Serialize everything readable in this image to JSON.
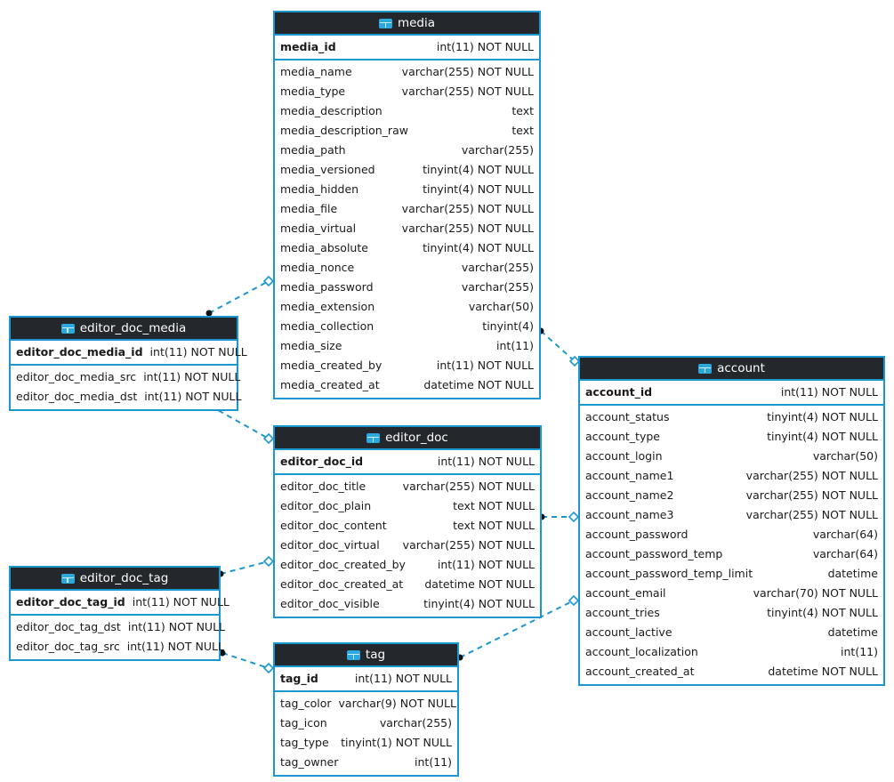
{
  "diagram": {
    "tables": [
      {
        "name": "media",
        "columns": [
          {
            "name": "media_id",
            "type": "int(11) NOT NULL",
            "pk": true
          },
          {
            "name": "media_name",
            "type": "varchar(255) NOT NULL"
          },
          {
            "name": "media_type",
            "type": "varchar(255) NOT NULL"
          },
          {
            "name": "media_description",
            "type": "text"
          },
          {
            "name": "media_description_raw",
            "type": "text"
          },
          {
            "name": "media_path",
            "type": "varchar(255)"
          },
          {
            "name": "media_versioned",
            "type": "tinyint(4) NOT NULL"
          },
          {
            "name": "media_hidden",
            "type": "tinyint(4) NOT NULL"
          },
          {
            "name": "media_file",
            "type": "varchar(255) NOT NULL"
          },
          {
            "name": "media_virtual",
            "type": "varchar(255) NOT NULL"
          },
          {
            "name": "media_absolute",
            "type": "tinyint(4) NOT NULL"
          },
          {
            "name": "media_nonce",
            "type": "varchar(255)"
          },
          {
            "name": "media_password",
            "type": "varchar(255)"
          },
          {
            "name": "media_extension",
            "type": "varchar(50)"
          },
          {
            "name": "media_collection",
            "type": "tinyint(4)"
          },
          {
            "name": "media_size",
            "type": "int(11)"
          },
          {
            "name": "media_created_by",
            "type": "int(11) NOT NULL"
          },
          {
            "name": "media_created_at",
            "type": "datetime NOT NULL"
          }
        ]
      },
      {
        "name": "editor_doc_media",
        "columns": [
          {
            "name": "editor_doc_media_id",
            "type": "int(11) NOT NULL",
            "pk": true
          },
          {
            "name": "editor_doc_media_src",
            "type": "int(11) NOT NULL"
          },
          {
            "name": "editor_doc_media_dst",
            "type": "int(11) NOT NULL"
          }
        ]
      },
      {
        "name": "editor_doc",
        "columns": [
          {
            "name": "editor_doc_id",
            "type": "int(11) NOT NULL",
            "pk": true
          },
          {
            "name": "editor_doc_title",
            "type": "varchar(255) NOT NULL"
          },
          {
            "name": "editor_doc_plain",
            "type": "text NOT NULL"
          },
          {
            "name": "editor_doc_content",
            "type": "text NOT NULL"
          },
          {
            "name": "editor_doc_virtual",
            "type": "varchar(255) NOT NULL"
          },
          {
            "name": "editor_doc_created_by",
            "type": "int(11) NOT NULL"
          },
          {
            "name": "editor_doc_created_at",
            "type": "datetime NOT NULL"
          },
          {
            "name": "editor_doc_visible",
            "type": "tinyint(4) NOT NULL"
          }
        ]
      },
      {
        "name": "editor_doc_tag",
        "columns": [
          {
            "name": "editor_doc_tag_id",
            "type": "int(11) NOT NULL",
            "pk": true
          },
          {
            "name": "editor_doc_tag_dst",
            "type": "int(11) NOT NULL"
          },
          {
            "name": "editor_doc_tag_src",
            "type": "int(11) NOT NULL"
          }
        ]
      },
      {
        "name": "tag",
        "columns": [
          {
            "name": "tag_id",
            "type": "int(11) NOT NULL",
            "pk": true
          },
          {
            "name": "tag_color",
            "type": "varchar(9) NOT NULL"
          },
          {
            "name": "tag_icon",
            "type": "varchar(255)"
          },
          {
            "name": "tag_type",
            "type": "tinyint(1) NOT NULL"
          },
          {
            "name": "tag_owner",
            "type": "int(11)"
          }
        ]
      },
      {
        "name": "account",
        "columns": [
          {
            "name": "account_id",
            "type": "int(11) NOT NULL",
            "pk": true
          },
          {
            "name": "account_status",
            "type": "tinyint(4) NOT NULL"
          },
          {
            "name": "account_type",
            "type": "tinyint(4) NOT NULL"
          },
          {
            "name": "account_login",
            "type": "varchar(50)"
          },
          {
            "name": "account_name1",
            "type": "varchar(255) NOT NULL"
          },
          {
            "name": "account_name2",
            "type": "varchar(255) NOT NULL"
          },
          {
            "name": "account_name3",
            "type": "varchar(255) NOT NULL"
          },
          {
            "name": "account_password",
            "type": "varchar(64)"
          },
          {
            "name": "account_password_temp",
            "type": "varchar(64)"
          },
          {
            "name": "account_password_temp_limit",
            "type": "datetime"
          },
          {
            "name": "account_email",
            "type": "varchar(70) NOT NULL"
          },
          {
            "name": "account_tries",
            "type": "tinyint(4) NOT NULL"
          },
          {
            "name": "account_lactive",
            "type": "datetime"
          },
          {
            "name": "account_localization",
            "type": "int(11)"
          },
          {
            "name": "account_created_at",
            "type": "datetime NOT NULL"
          }
        ]
      }
    ],
    "relationships": [
      {
        "from": "editor_doc_media",
        "to": "media"
      },
      {
        "from": "editor_doc_media",
        "to": "editor_doc"
      },
      {
        "from": "editor_doc_tag",
        "to": "editor_doc"
      },
      {
        "from": "editor_doc_tag",
        "to": "tag"
      },
      {
        "from": "media",
        "to": "account"
      },
      {
        "from": "editor_doc",
        "to": "account"
      },
      {
        "from": "tag",
        "to": "account"
      }
    ],
    "icon": "table-icon"
  },
  "colors": {
    "accent": "#1b97d1",
    "header_bg": "#24282c",
    "icon_blue": "#2ba9de",
    "background": "#ffffff",
    "text": "#1a1a1a",
    "dot": "#111111"
  }
}
